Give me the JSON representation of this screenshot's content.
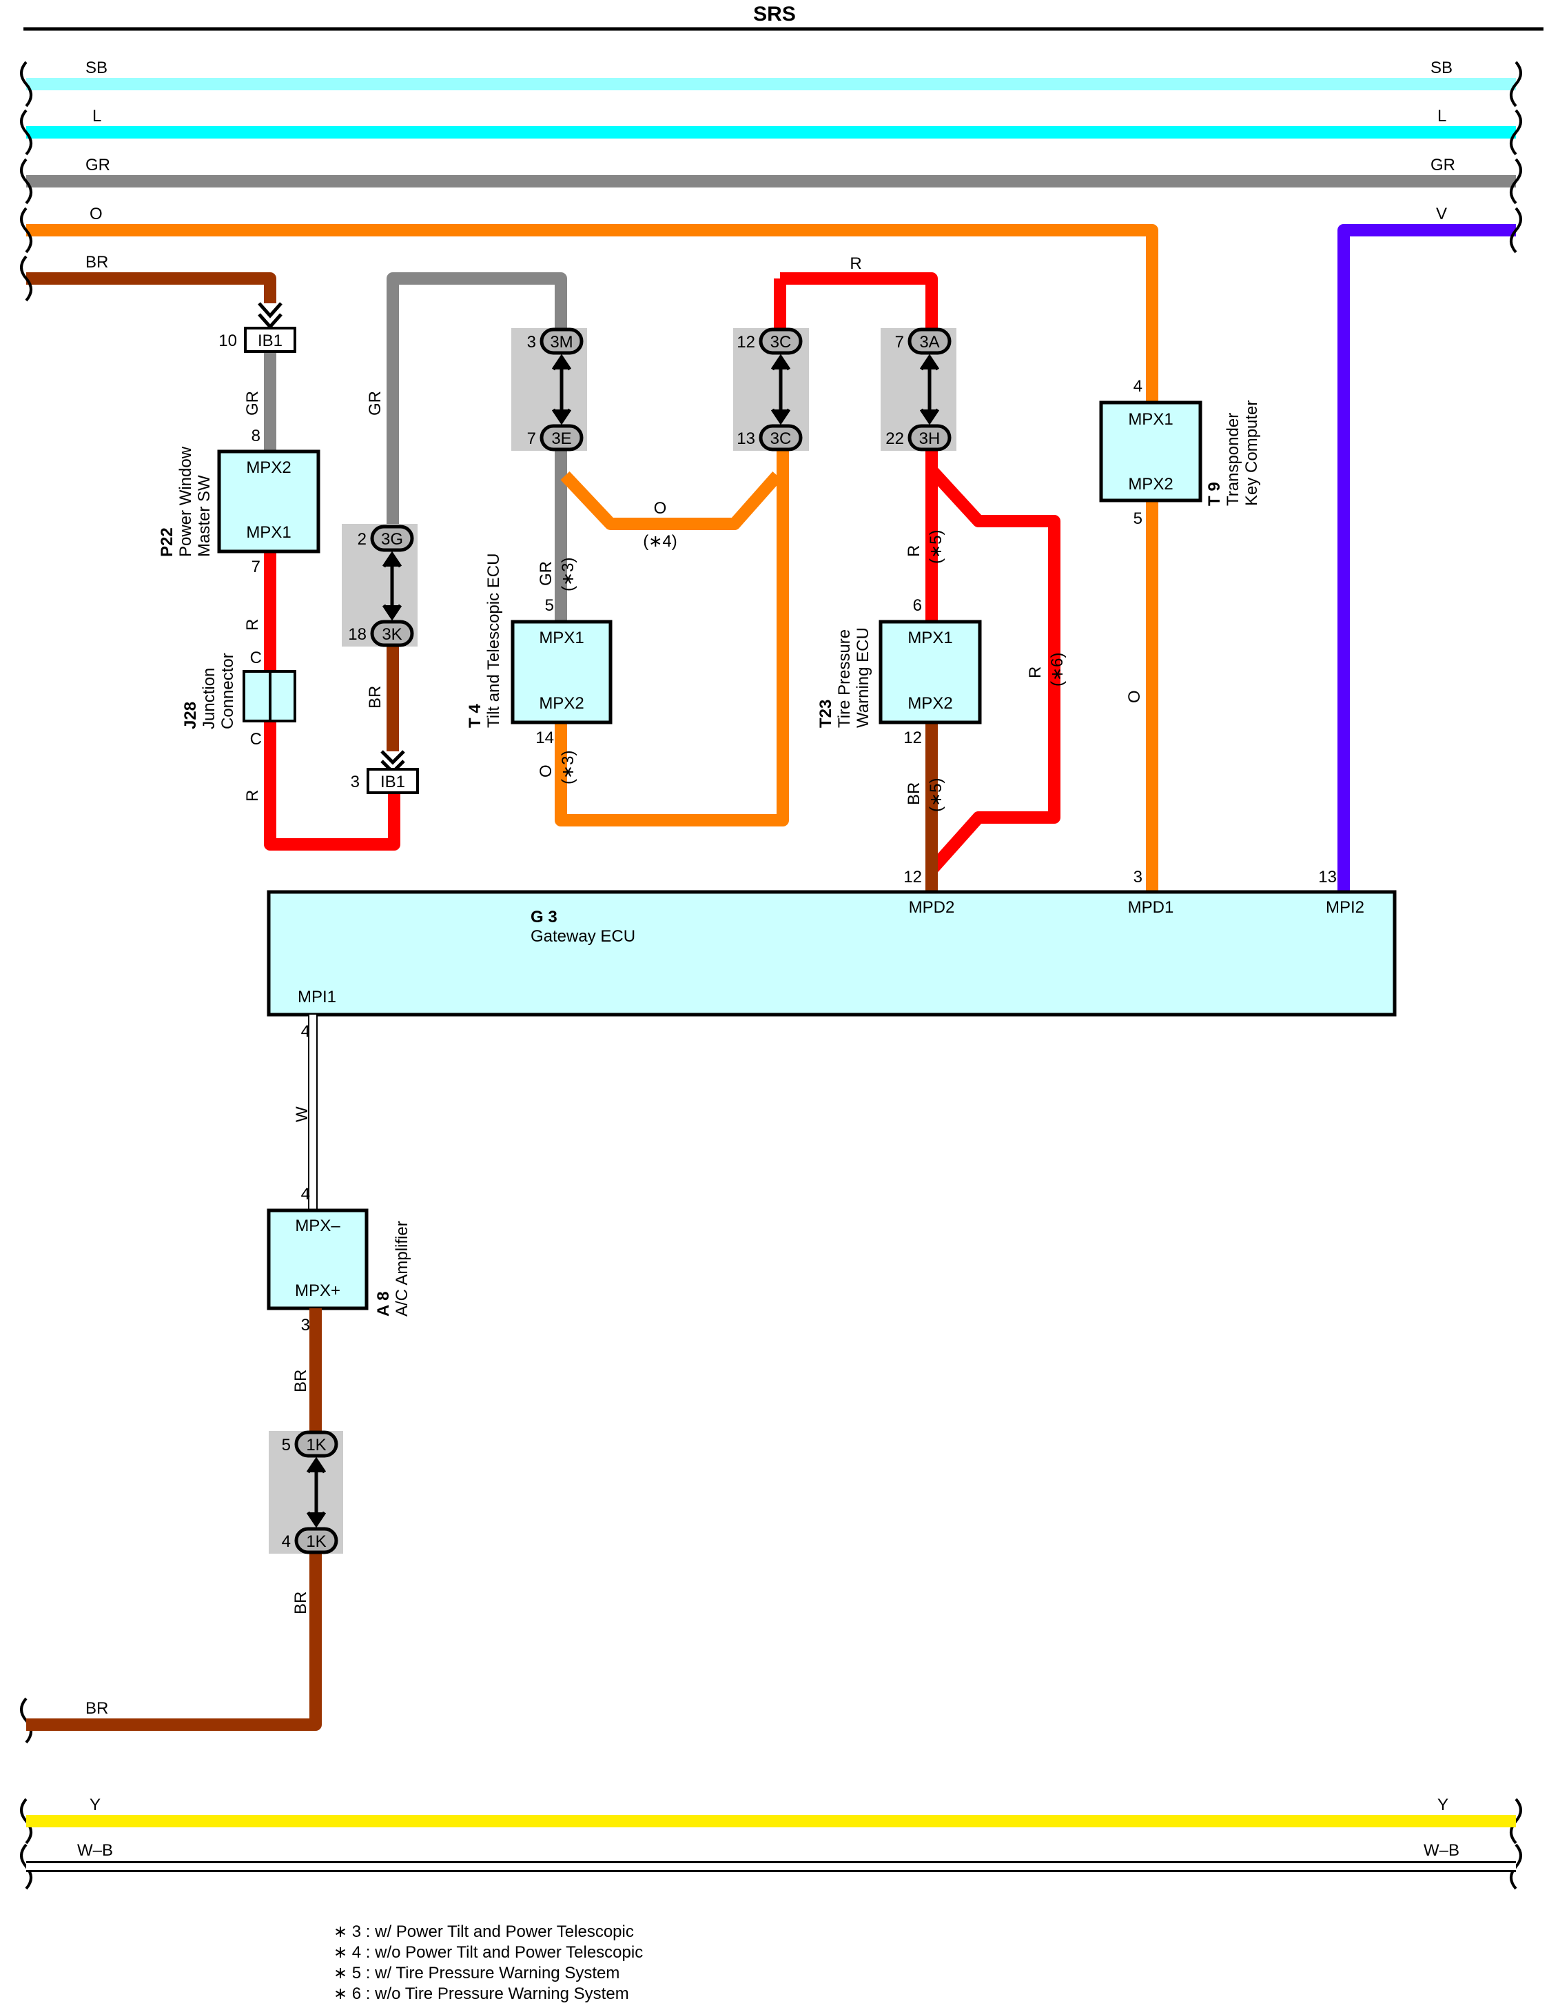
{
  "title": "SRS",
  "colors": {
    "SB": "#99ffff",
    "L": "#00ffff",
    "GR": "#868686",
    "O": "#ff8000",
    "BR": "#993300",
    "V": "#5500ff",
    "R": "#ff0000",
    "Y": "#ffee00",
    "W": "#ffffff"
  },
  "bus_wires": {
    "sb": {
      "left": "SB",
      "right": "SB"
    },
    "l": {
      "left": "L",
      "right": "L"
    },
    "gr": {
      "left": "GR",
      "right": "GR"
    },
    "o": {
      "left": "O"
    },
    "v": {
      "right": "V"
    },
    "br_top": {
      "left": "BR"
    },
    "br_bottom": {
      "left": "BR"
    },
    "y": {
      "left": "Y",
      "right": "Y"
    },
    "wb": {
      "left": "W–B",
      "right": "W–B"
    }
  },
  "components": {
    "p22": {
      "code": "P22",
      "name_line1": "Power Window",
      "name_line2": "Master SW",
      "pin_top": "MPX2",
      "pin_bottom": "MPX1",
      "num_top": "8",
      "num_bottom": "7"
    },
    "j28": {
      "code": "J28",
      "name_line1": "Junction",
      "name_line2": "Connector",
      "pin_top": "C",
      "pin_bottom": "C"
    },
    "t4": {
      "code": "T 4",
      "name_line1": "Tilt and Telescopic ECU",
      "pin_top": "MPX1",
      "pin_bottom": "MPX2",
      "num_top": "5",
      "num_bottom": "14"
    },
    "t23": {
      "code": "T23",
      "name_line1": "Tire Pressure",
      "name_line2": "Warning ECU",
      "pin_top": "MPX1",
      "pin_bottom": "MPX2",
      "num_top": "6",
      "num_bottom": "12"
    },
    "t9": {
      "code": "T 9",
      "name_line1": "Transponder",
      "name_line2": "Key Computer",
      "pin_top": "MPX1",
      "pin_bottom": "MPX2",
      "num_top": "4",
      "num_bottom": "5"
    },
    "g3": {
      "code": "G 3",
      "name": "Gateway ECU",
      "pin_mpd2": "MPD2",
      "pin_mpd1": "MPD1",
      "pin_mpi2": "MPI2",
      "pin_mpi1": "MPI1",
      "num_mpd2": "12",
      "num_mpd1": "3",
      "num_mpi2": "13",
      "num_mpi1": "4"
    },
    "a8": {
      "code": "A 8",
      "name": "A/C Amplifier",
      "pin_top": "MPX–",
      "pin_bottom": "MPX+",
      "num_top": "4",
      "num_bottom": "3"
    }
  },
  "connectors": {
    "ib1_top": {
      "id": "IB1",
      "pin": "10"
    },
    "ib1_bottom": {
      "id": "IB1",
      "pin": "3"
    },
    "c3g": {
      "id": "3G",
      "pin": "2"
    },
    "c3k": {
      "id": "3K",
      "pin": "18"
    },
    "c3m": {
      "id": "3M",
      "pin": "3"
    },
    "c3e": {
      "id": "3E",
      "pin": "7"
    },
    "c3c_top": {
      "id": "3C",
      "pin": "12"
    },
    "c3c_bottom": {
      "id": "3C",
      "pin": "13"
    },
    "c3a": {
      "id": "3A",
      "pin": "7"
    },
    "c3h": {
      "id": "3H",
      "pin": "22"
    },
    "c1k_top": {
      "id": "1K",
      "pin": "5"
    },
    "c1k_bottom": {
      "id": "1K",
      "pin": "4"
    }
  },
  "wire_labels": {
    "p22_top": "GR",
    "p22_bottom": "R",
    "j28_bottom": "R",
    "gr_3g": "GR",
    "br_3k": "BR",
    "t4_gr": "GR",
    "t4_gr_note": "(∗3)",
    "t4_o": "O",
    "t4_o_note": "(∗3)",
    "o_bridge": "O",
    "o_bridge_note": "(∗4)",
    "r_top": "R",
    "t23_r": "R",
    "t23_r_note": "(∗5)",
    "t23_br": "BR",
    "t23_br_note": "(∗5)",
    "bypass_r": "R",
    "bypass_note": "(∗6)",
    "t9_o": "O",
    "mpi1_w": "W",
    "a8_br": "BR",
    "br_low": "BR"
  },
  "notes": [
    "∗ 3 : w/ Power Tilt and Power Telescopic",
    "∗ 4 : w/o Power Tilt and Power Telescopic",
    "∗ 5 : w/ Tire Pressure Warning System",
    "∗ 6 : w/o Tire Pressure Warning System"
  ]
}
